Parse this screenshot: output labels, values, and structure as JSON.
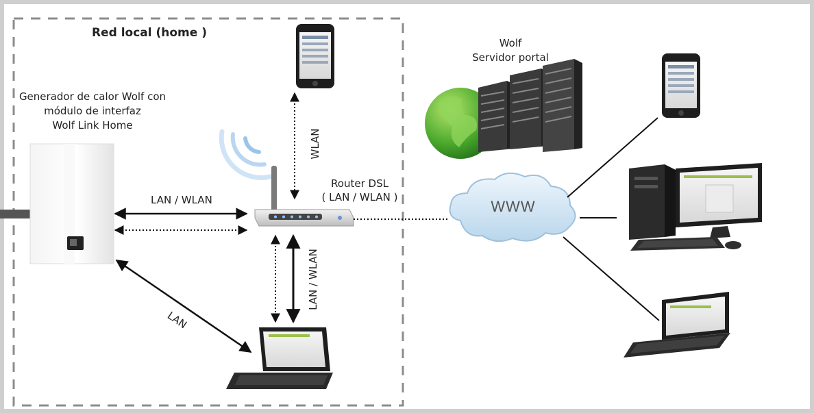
{
  "labels": {
    "local_network_title": "Red local (home )",
    "generator_line1": "Generador de calor Wolf con",
    "generator_line2": "módulo de interfaz",
    "generator_line3": "Wolf Link Home",
    "lan_wlan_top": "LAN / WLAN",
    "wlan_vertical": "WLAN",
    "router_line1": "Router DSL",
    "router_line2": "( LAN / WLAN )",
    "lan_wlan_vertical": "LAN / WLAN",
    "lan_diagonal": "LAN",
    "server_line1": "Wolf",
    "server_line2": "Servidor portal",
    "cloud_label": "WWW"
  },
  "colors": {
    "frame_border": "#cfcfcf",
    "dashed_boundary": "#8c8c8c",
    "connector": "#111111",
    "cloud": "#d6e9f6",
    "globe": "#4caa2e"
  },
  "icons": {
    "phone": "smartphone-icon",
    "router": "router-icon",
    "server": "server-rack-icon",
    "globe": "globe-icon",
    "cloud": "cloud-icon",
    "desktop": "desktop-computer-icon",
    "laptop": "laptop-icon",
    "boiler": "boiler-icon",
    "wifi": "wifi-waves-icon"
  }
}
